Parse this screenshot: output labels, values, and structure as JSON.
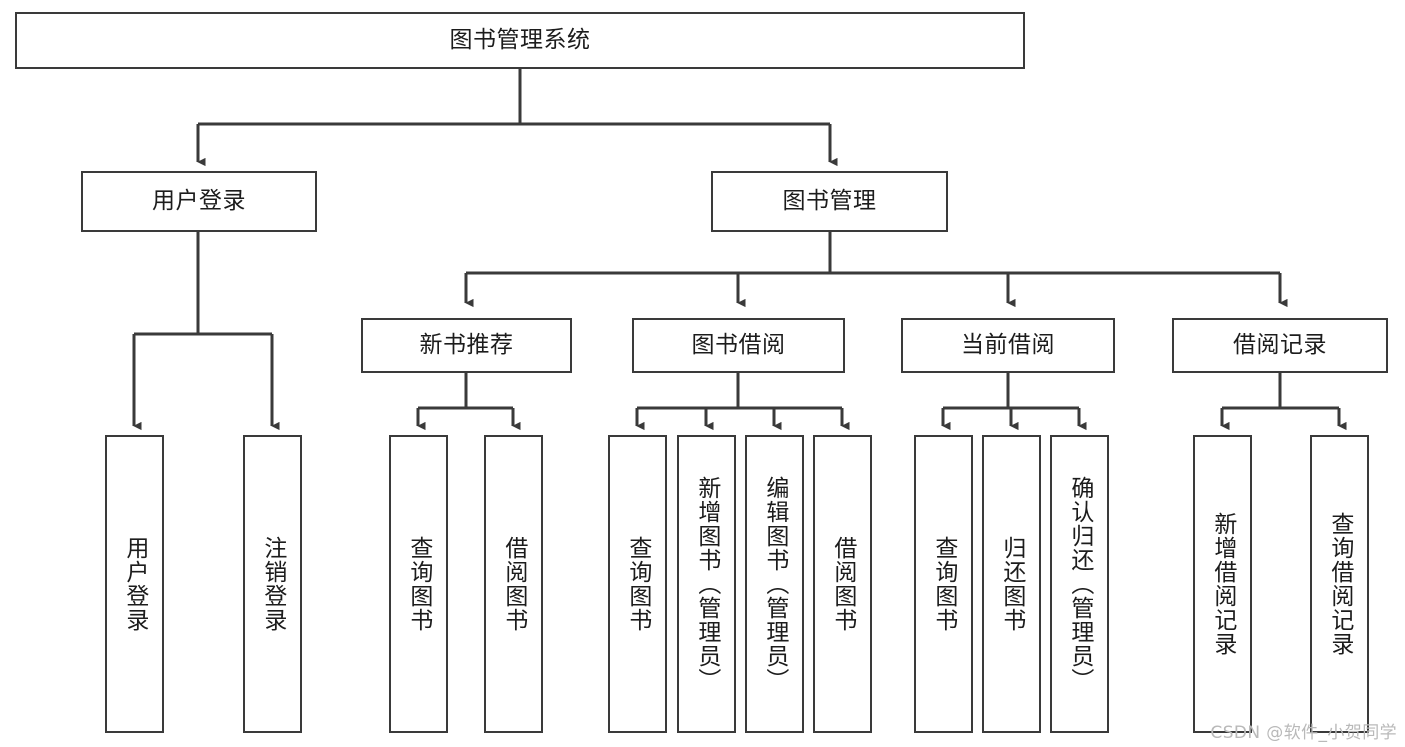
{
  "diagram": {
    "type": "tree-hierarchy",
    "title": "图书管理系统",
    "watermark": "CSDN @软件_小贺同学",
    "colors": {
      "background": "#ffffff",
      "box_border": "#3a3a3a",
      "connector": "#3a3a3a",
      "text": "#1c1c1c",
      "watermark": "#b9b9b9"
    },
    "levels": [
      {
        "level": 1,
        "nodes": [
          {
            "id": "root",
            "label": "图书管理系统",
            "orientation": "horizontal"
          }
        ]
      },
      {
        "level": 2,
        "nodes": [
          {
            "id": "user-login",
            "label": "用户登录",
            "orientation": "horizontal",
            "parent": "root"
          },
          {
            "id": "book-mgmt",
            "label": "图书管理",
            "orientation": "horizontal",
            "parent": "root"
          }
        ]
      },
      {
        "level": 3,
        "nodes": [
          {
            "id": "new-book-rec",
            "label": "新书推荐",
            "orientation": "horizontal",
            "parent": "book-mgmt"
          },
          {
            "id": "book-borrow",
            "label": "图书借阅",
            "orientation": "horizontal",
            "parent": "book-mgmt"
          },
          {
            "id": "current-borrow",
            "label": "当前借阅",
            "orientation": "horizontal",
            "parent": "book-mgmt"
          },
          {
            "id": "borrow-record",
            "label": "借阅记录",
            "orientation": "horizontal",
            "parent": "book-mgmt"
          }
        ]
      },
      {
        "level": 4,
        "nodes": [
          {
            "id": "leaf-1",
            "label": "用户登录",
            "orientation": "vertical",
            "parent": "user-login"
          },
          {
            "id": "leaf-2",
            "label": "注销登录",
            "orientation": "vertical",
            "parent": "user-login"
          },
          {
            "id": "leaf-3",
            "label": "查询图书",
            "orientation": "vertical",
            "parent": "new-book-rec"
          },
          {
            "id": "leaf-4",
            "label": "借阅图书",
            "orientation": "vertical",
            "parent": "new-book-rec"
          },
          {
            "id": "leaf-5",
            "label": "查询图书",
            "orientation": "vertical",
            "parent": "book-borrow"
          },
          {
            "id": "leaf-6",
            "label": "新增图书（管理员）",
            "orientation": "vertical",
            "parent": "book-borrow"
          },
          {
            "id": "leaf-7",
            "label": "编辑图书（管理员）",
            "orientation": "vertical",
            "parent": "book-borrow"
          },
          {
            "id": "leaf-8",
            "label": "借阅图书",
            "orientation": "vertical",
            "parent": "book-borrow"
          },
          {
            "id": "leaf-9",
            "label": "查询图书",
            "orientation": "vertical",
            "parent": "current-borrow"
          },
          {
            "id": "leaf-10",
            "label": "归还图书",
            "orientation": "vertical",
            "parent": "current-borrow"
          },
          {
            "id": "leaf-11",
            "label": "确认归还（管理员）",
            "orientation": "vertical",
            "parent": "current-borrow"
          },
          {
            "id": "leaf-12",
            "label": "新增借阅记录",
            "orientation": "vertical",
            "parent": "borrow-record"
          },
          {
            "id": "leaf-13",
            "label": "查询借阅记录",
            "orientation": "vertical",
            "parent": "borrow-record"
          }
        ]
      }
    ]
  }
}
